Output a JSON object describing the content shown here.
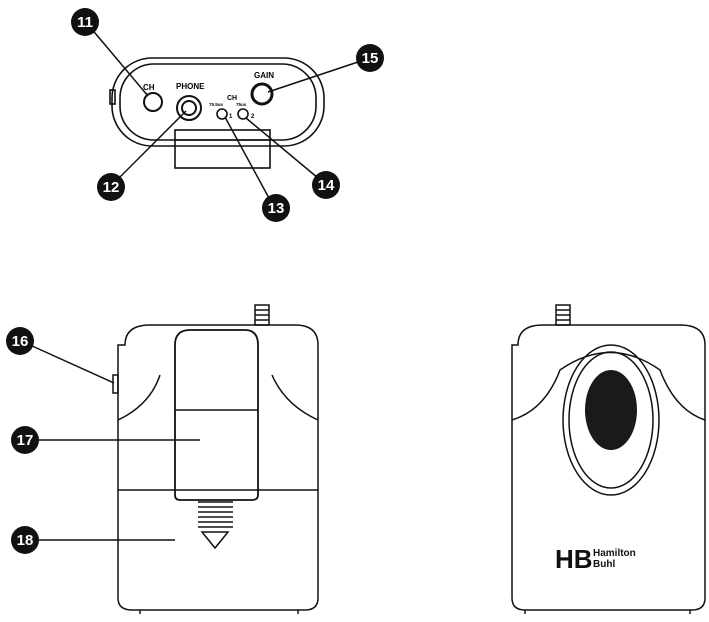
{
  "top_view": {
    "ch_label": "CH",
    "phone_label": "PHONE",
    "gain_label": "GAIN",
    "ch_switch_label": "CH",
    "deemph_left": "75.5us",
    "deemph_right": "75us",
    "pos1": "1",
    "pos2": "2"
  },
  "callouts": [
    {
      "id": "c11",
      "number": "11"
    },
    {
      "id": "c12",
      "number": "12"
    },
    {
      "id": "c13",
      "number": "13"
    },
    {
      "id": "c14",
      "number": "14"
    },
    {
      "id": "c15",
      "number": "15"
    },
    {
      "id": "c16",
      "number": "16"
    },
    {
      "id": "c17",
      "number": "17"
    },
    {
      "id": "c18",
      "number": "18"
    }
  ],
  "logo": {
    "mark": "HB",
    "line1": "Hamilton",
    "line2": "Buhl"
  },
  "colors": {
    "stroke": "#111111",
    "callout_fill": "#111111",
    "speaker": "#1a1a1a"
  }
}
